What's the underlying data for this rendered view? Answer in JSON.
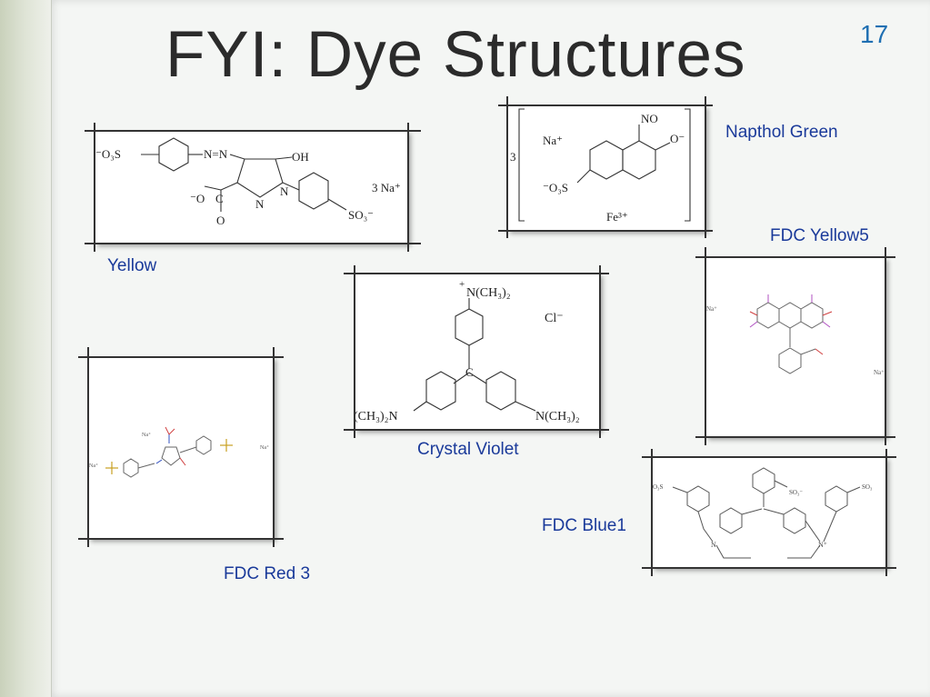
{
  "slide": {
    "title": "FYI: Dye Structures",
    "number": "17"
  },
  "captions": {
    "yellow": "Yellow",
    "napthol_green": "Napthol Green",
    "fdc_yellow5": "FDC Yellow5",
    "crystal_violet": "Crystal Violet",
    "fdc_red3": "FDC Red 3",
    "fdc_blue1": "FDC Blue1"
  },
  "structures": {
    "yellow": {
      "o3s": "⁻O₃S",
      "azo": "N=N",
      "oh": "OH",
      "o_minus": "⁻O",
      "c": "C",
      "o": "O",
      "n1": "N",
      "n2": "N",
      "so3": "SO₃⁻",
      "na": "3 Na⁺"
    },
    "napthol": {
      "three": "3",
      "na": "Na⁺",
      "no": "NO",
      "o_minus": "O⁻",
      "o3s": "⁻O₃S",
      "fe": "Fe³⁺"
    },
    "crystal": {
      "n_top": "N(CH₃)₂",
      "plus": "+",
      "cl": "Cl⁻",
      "c": "C",
      "n_left": "(CH₃)₂N",
      "n_right": "N(CH₃)₂"
    },
    "yellow5": {
      "na1": "Na⁺",
      "na2": "Na⁺"
    },
    "red3": {
      "na1": "Na⁺",
      "na2": "Na⁺",
      "na3": "Na⁺"
    },
    "blue1": {
      "so3_1": "O₃S",
      "so3_2": "SO₃⁻",
      "so3_3": "SO₃",
      "n1": "N",
      "n2": "N⁺"
    }
  }
}
